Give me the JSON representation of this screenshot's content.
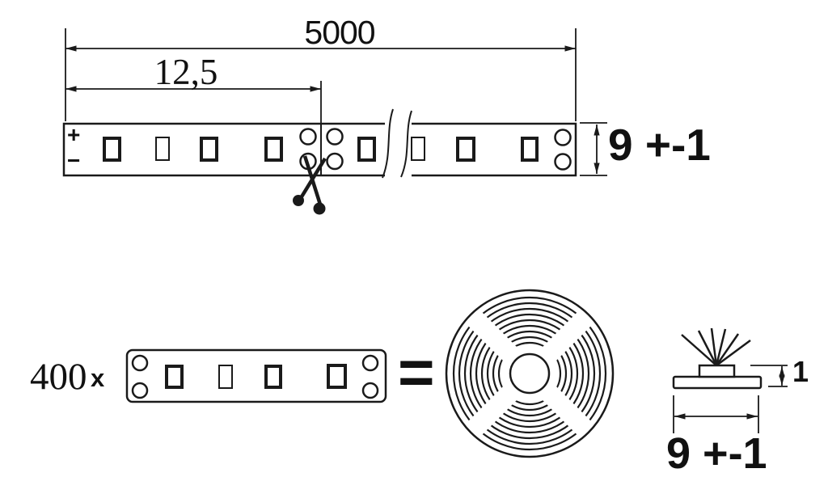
{
  "colors": {
    "background": "#ffffff",
    "ink": "#1a1a1a"
  },
  "top_view": {
    "total_length_label": "5000",
    "cut_increment_label": "12,5",
    "strip_width_label": "9 +-1",
    "polarity_positive": "+",
    "polarity_negative": "−"
  },
  "packaging": {
    "segment_count": "400",
    "multiplier": "x",
    "equals": "="
  },
  "side_view": {
    "strip_height_label": "1",
    "strip_width_label": "9 +-1"
  }
}
